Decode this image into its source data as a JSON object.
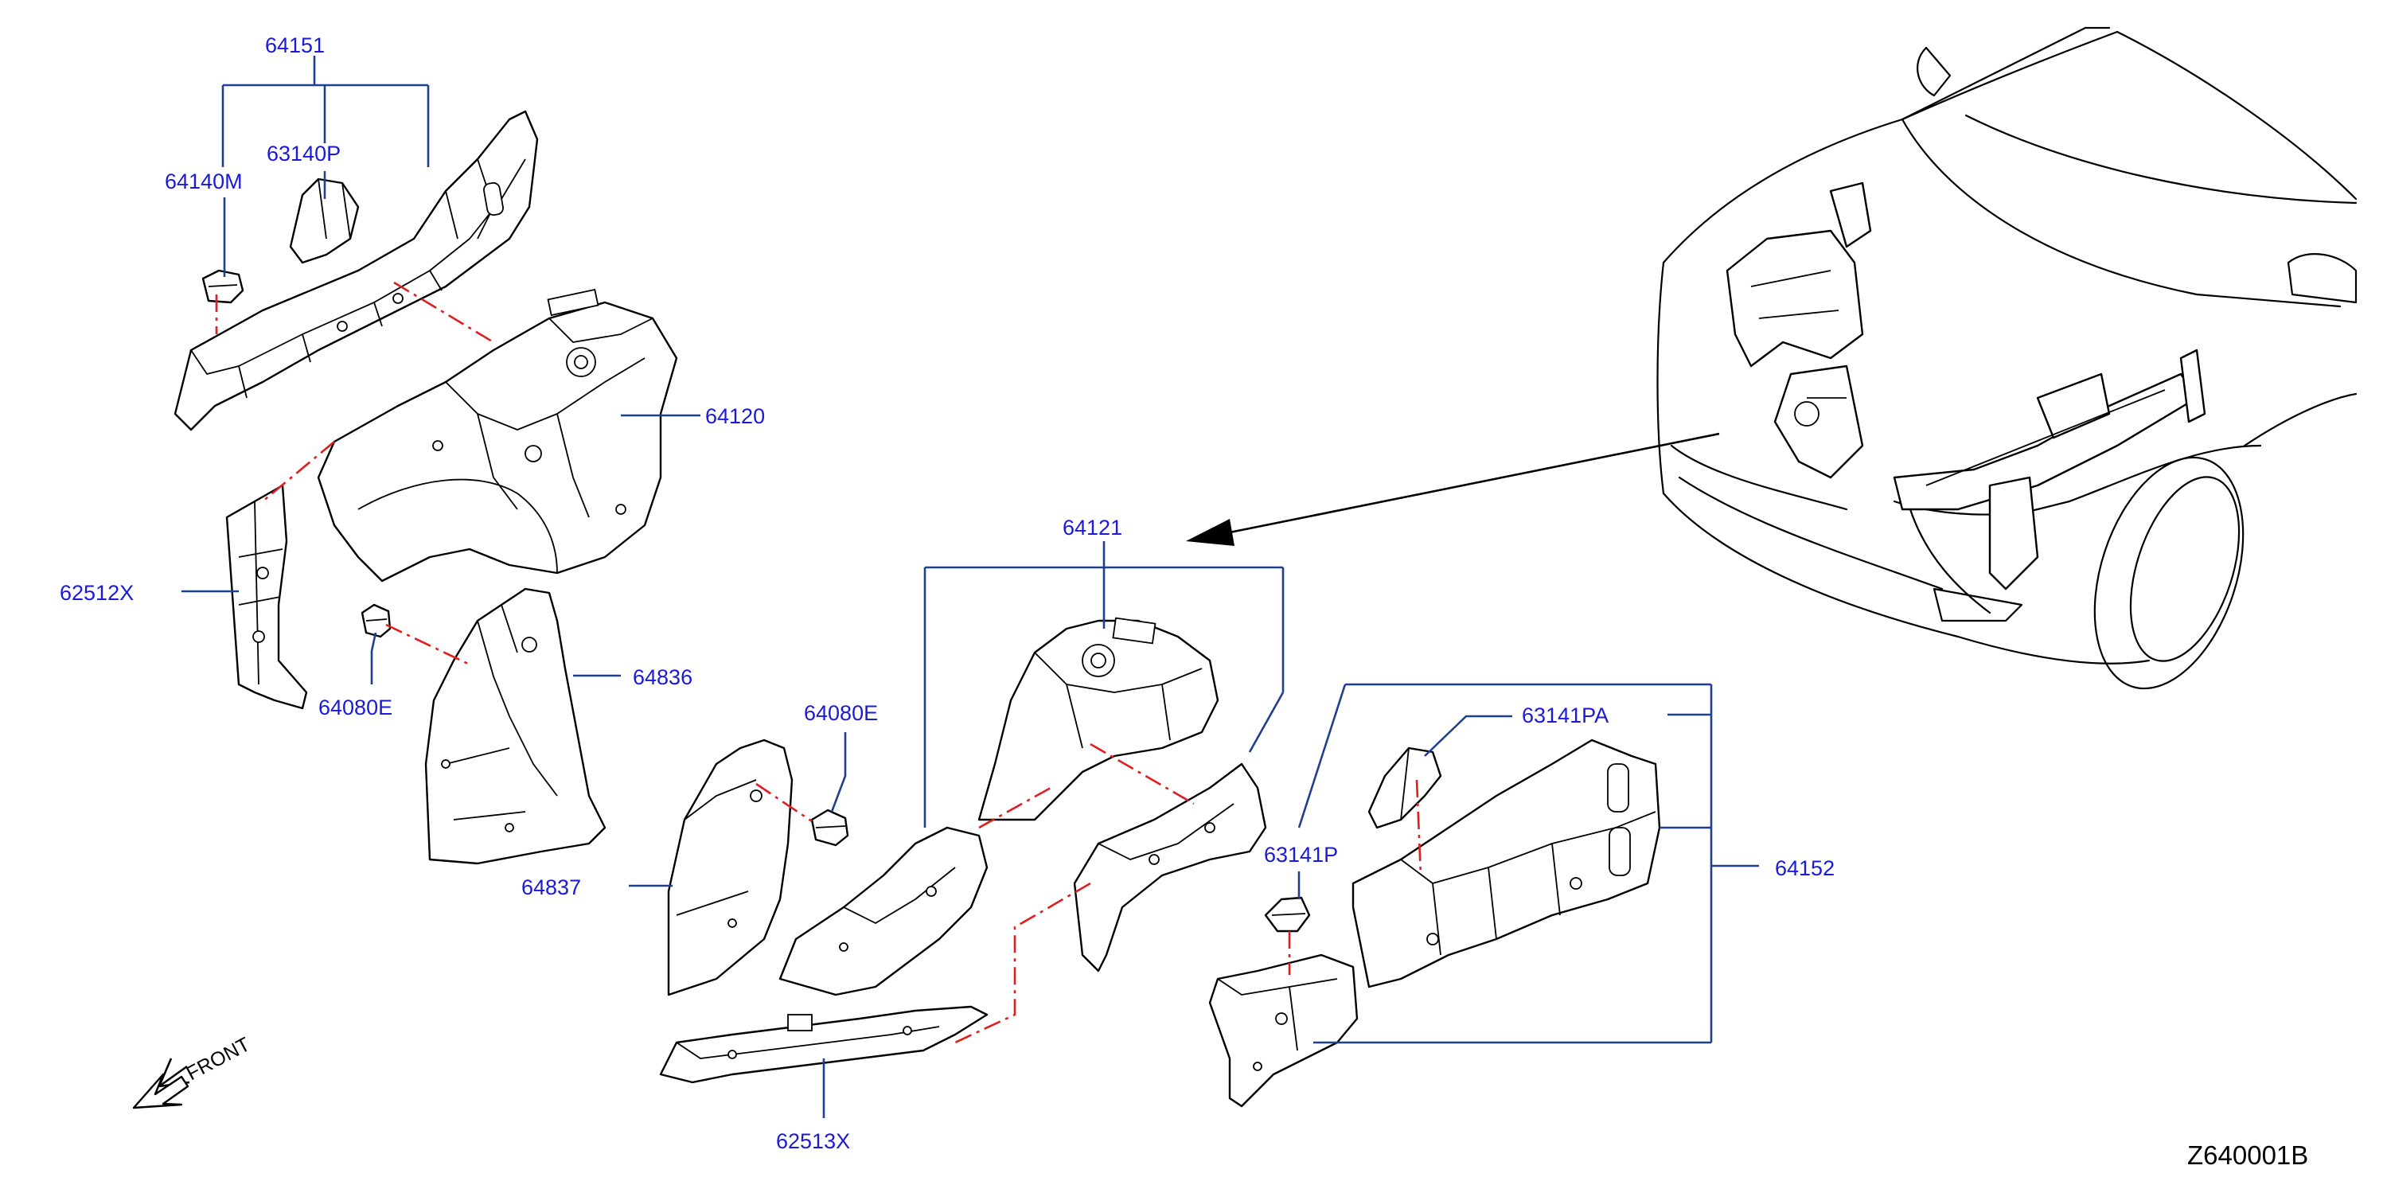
{
  "diagram_code": "Z640001B",
  "front_indicator": {
    "label": "FRONT",
    "icon": "front-arrow-icon"
  },
  "callouts": [
    {
      "id": "c-64151",
      "label": "64151"
    },
    {
      "id": "c-63140P",
      "label": "63140P"
    },
    {
      "id": "c-64140M",
      "label": "64140M"
    },
    {
      "id": "c-64120",
      "label": "64120"
    },
    {
      "id": "c-62512X",
      "label": "62512X"
    },
    {
      "id": "c-64080E-left",
      "label": "64080E"
    },
    {
      "id": "c-64836",
      "label": "64836"
    },
    {
      "id": "c-64121",
      "label": "64121"
    },
    {
      "id": "c-64080E-mid",
      "label": "64080E"
    },
    {
      "id": "c-64837",
      "label": "64837"
    },
    {
      "id": "c-62513X",
      "label": "62513X"
    },
    {
      "id": "c-63141PA",
      "label": "63141PA"
    },
    {
      "id": "c-63141P",
      "label": "63141P"
    },
    {
      "id": "c-64152",
      "label": "64152"
    }
  ],
  "colors": {
    "callout": "#1a1ad8",
    "leader": "#1f3f8f",
    "centerline": "#e01e1e",
    "outline": "#000000"
  }
}
